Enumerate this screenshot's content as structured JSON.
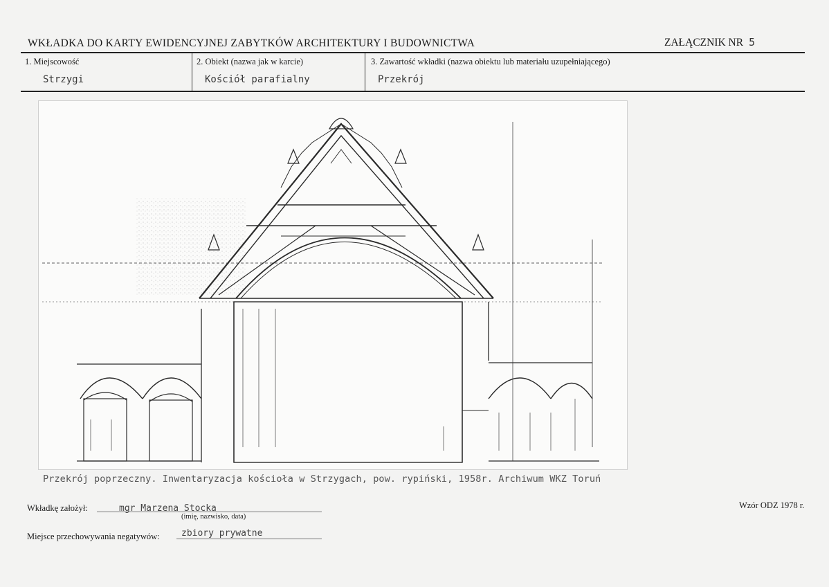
{
  "header": {
    "title": "WKŁADKA DO KARTY EWIDENCYJNEJ ZABYTKÓW ARCHITEKTURY I BUDOWNICTWA",
    "annex_label": "ZAŁĄCZNIK NR",
    "annex_number": "5"
  },
  "fields": {
    "locality": {
      "label": "1. Miejscowość",
      "value": "Strzygi"
    },
    "object": {
      "label": "2. Obiekt (nazwa jak w karcie)",
      "value": "Kościół parafialny"
    },
    "content": {
      "label": "3. Zawartość wkładki (nazwa obiektu lub materiału uzupełniającego)",
      "value": "Przekrój"
    }
  },
  "drawing": {
    "caption": "Przekrój poprzeczny. Inwentaryzacja kościoła w Strzygach, pow. rypiński, 1958r. Archiwum WKZ Toruń"
  },
  "footer": {
    "founded_label": "Wkładkę założył:",
    "founded_value": "mgr Marzena Stocka",
    "founded_hint": "(imię, nazwisko, data)",
    "storage_label": "Miejsce przechowywania negatywów:",
    "storage_value": "zbiory prywatne",
    "template": "Wzór ODZ 1978 r."
  }
}
